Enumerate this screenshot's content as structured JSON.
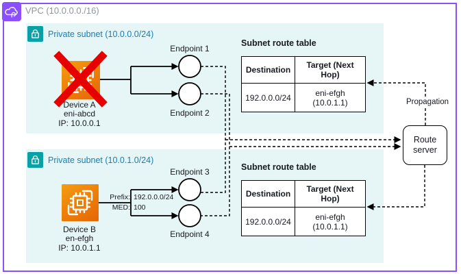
{
  "vpc": {
    "label": "VPC (10.0.0.0./16)"
  },
  "subnets": [
    {
      "label": "Private subnet (10.0.0.0/24)"
    },
    {
      "label": "Private subnet (10.0.1.0/24)"
    }
  ],
  "devices": [
    {
      "name": "Device A",
      "interface": "eni-abcd",
      "ip": "IP: 10.0.0.1"
    },
    {
      "name": "Device B",
      "interface": "en-efgh",
      "ip": "IP: 10.0.1.1"
    }
  ],
  "endpoints": [
    {
      "label": "Endpoint 1"
    },
    {
      "label": "Endpoint 2"
    },
    {
      "label": "Endpoint 3"
    },
    {
      "label": "Endpoint 4"
    }
  ],
  "advertisement": {
    "prefix_label": "Prefix:",
    "prefix_value": "192.0.0.0/24",
    "med_label": "MED:",
    "med_value": "100"
  },
  "route_tables": [
    {
      "title": "Subnet route table",
      "headers": [
        "Destination",
        "Target (Next Hop)"
      ],
      "rows": [
        {
          "destination": "192.0.0.0/24",
          "target": "eni-efgh (10.0.1.1)"
        }
      ]
    },
    {
      "title": "Subnet route table",
      "headers": [
        "Destination",
        "Target (Next Hop)"
      ],
      "rows": [
        {
          "destination": "192.0.0.0/24",
          "target": "eni-efgh (10.0.1.1)"
        }
      ]
    }
  ],
  "route_server": {
    "label": "Route server"
  },
  "propagation": {
    "label": "Propagation"
  },
  "colors": {
    "vpc_accent": "#8C4FFF",
    "subnet_fill": "#E6F6F6",
    "subnet_accent": "#09A0A6",
    "subnet_label_blue": "#147EBA",
    "device_orange": "#ED7D06",
    "error_red": "#E60000",
    "vpc_label_gray": "#8D969E"
  }
}
